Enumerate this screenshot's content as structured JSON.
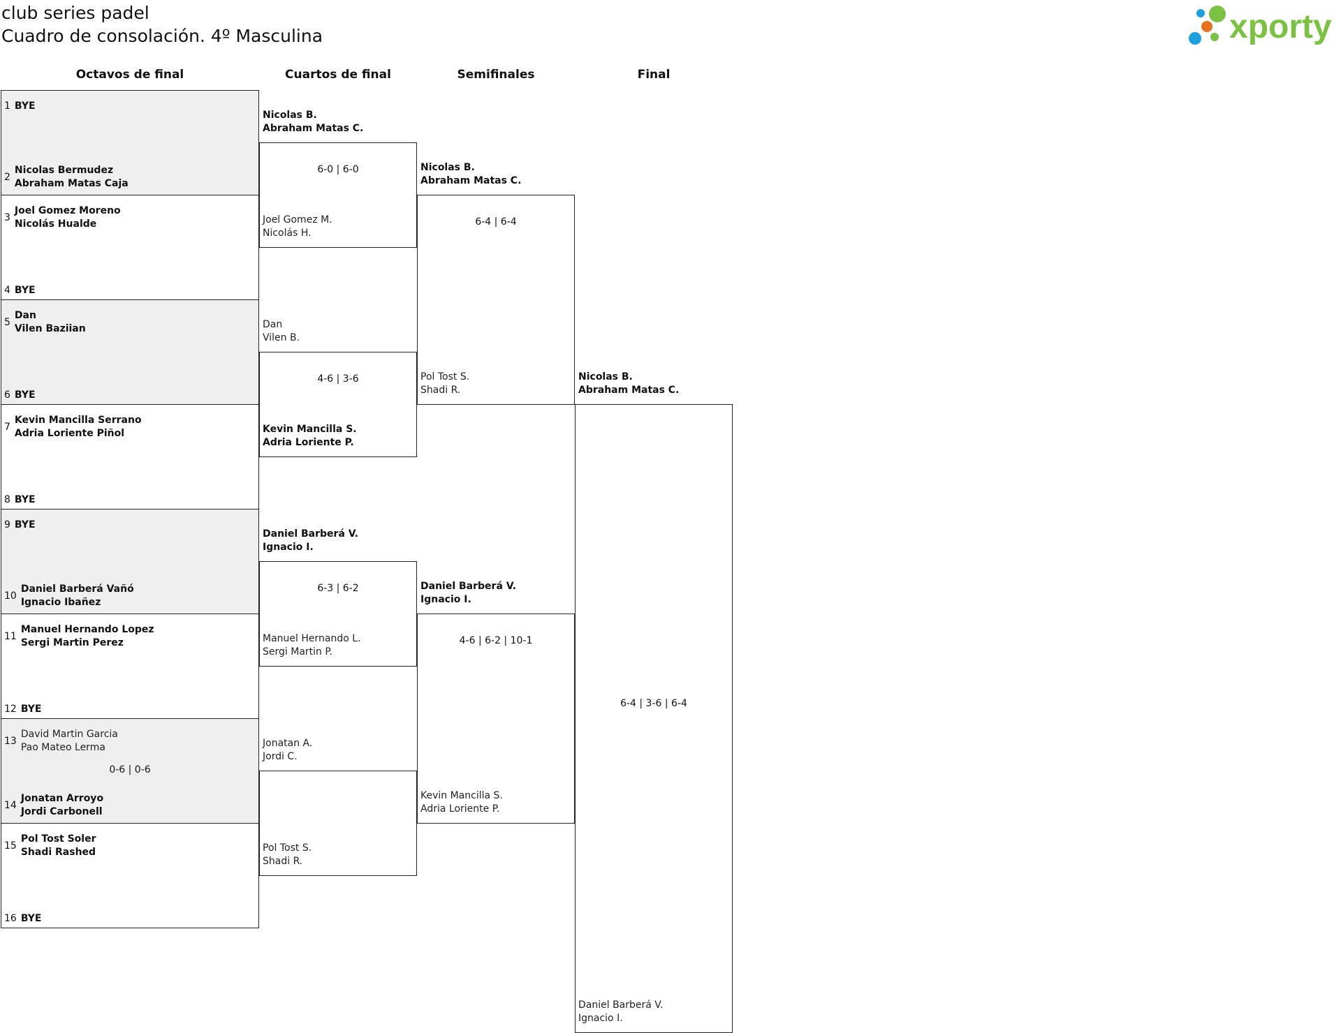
{
  "header": {
    "club": "club series padel",
    "title": "Cuadro de consolación. 4º Masculina",
    "logo_text": "xporty"
  },
  "rounds": [
    "Octavos de final",
    "Cuartos de final",
    "Semifinales",
    "Final"
  ],
  "r16": [
    {
      "seed": "1",
      "p1": "BYE",
      "p2": "",
      "bold": true
    },
    {
      "seed": "2",
      "p1": "Nicolas Bermudez",
      "p2": "Abraham Matas Caja",
      "bold": true
    },
    {
      "seed": "3",
      "p1": "Joel Gomez Moreno",
      "p2": "Nicolás Hualde",
      "bold": true
    },
    {
      "seed": "4",
      "p1": "BYE",
      "p2": "",
      "bold": true
    },
    {
      "seed": "5",
      "p1": "Dan",
      "p2": "Vilen Baziian",
      "bold": true
    },
    {
      "seed": "6",
      "p1": "BYE",
      "p2": "",
      "bold": true
    },
    {
      "seed": "7",
      "p1": "Kevin Mancilla Serrano",
      "p2": "Adria Loriente Piñol",
      "bold": true
    },
    {
      "seed": "8",
      "p1": "BYE",
      "p2": "",
      "bold": true
    },
    {
      "seed": "9",
      "p1": "BYE",
      "p2": "",
      "bold": true
    },
    {
      "seed": "10",
      "p1": "Daniel Barberá Vañó",
      "p2": "Ignacio Ibañez",
      "bold": true
    },
    {
      "seed": "11",
      "p1": "Manuel Hernando Lopez",
      "p2": "Sergi Martin Perez",
      "bold": true
    },
    {
      "seed": "12",
      "p1": "BYE",
      "p2": "",
      "bold": true
    },
    {
      "seed": "13",
      "p1": "David Martin Garcia",
      "p2": "Pao Mateo Lerma",
      "bold": false
    },
    {
      "seed": "14",
      "p1": "Jonatan Arroyo",
      "p2": "Jordi Carbonell",
      "bold": true
    },
    {
      "seed": "15",
      "p1": "Pol Tost Soler",
      "p2": "Shadi Rashed",
      "bold": true
    },
    {
      "seed": "16",
      "p1": "BYE",
      "p2": "",
      "bold": true
    }
  ],
  "r16_scores": [
    "",
    "",
    "",
    "",
    "",
    "",
    "0-6 | 0-6",
    ""
  ],
  "qf": [
    {
      "p1": "Nicolas B.",
      "p2": "Abraham Matas C.",
      "bold": true
    },
    {
      "p1": "Joel Gomez M.",
      "p2": "Nicolás H.",
      "bold": false
    },
    {
      "p1": "Dan",
      "p2": "Vilen B.",
      "bold": false
    },
    {
      "p1": "Kevin Mancilla S.",
      "p2": "Adria Loriente P.",
      "bold": true
    },
    {
      "p1": "Daniel Barberá V.",
      "p2": "Ignacio I.",
      "bold": true
    },
    {
      "p1": "Manuel Hernando L.",
      "p2": "Sergi Martin P.",
      "bold": false
    },
    {
      "p1": "Jonatan A.",
      "p2": "Jordi C.",
      "bold": false
    },
    {
      "p1": "Pol Tost S.",
      "p2": "Shadi R.",
      "bold": false
    }
  ],
  "qf_scores": [
    "6-0 | 6-0",
    "4-6 | 3-6",
    "6-3 | 6-2",
    ""
  ],
  "sf": [
    {
      "p1": "Nicolas B.",
      "p2": "Abraham Matas C.",
      "bold": true
    },
    {
      "p1": "Pol Tost S.",
      "p2": "Shadi R.",
      "bold": false
    },
    {
      "p1": "Daniel Barberá V.",
      "p2": "Ignacio I.",
      "bold": true
    },
    {
      "p1": "Kevin Mancilla S.",
      "p2": "Adria Loriente P.",
      "bold": false
    }
  ],
  "sf_scores": [
    "6-4 | 6-4",
    "4-6 | 6-2 | 10-1"
  ],
  "final": [
    {
      "p1": "Nicolas B.",
      "p2": "Abraham Matas C.",
      "bold": true
    },
    {
      "p1": "Daniel Barberá V.",
      "p2": "Ignacio I.",
      "bold": false
    }
  ],
  "final_score": "6-4 | 3-6 | 6-4",
  "colors": {
    "shade": "#efefef",
    "logo_green": "#7cc242",
    "logo_blue": "#1ea0e0",
    "logo_orange": "#e8711f"
  }
}
